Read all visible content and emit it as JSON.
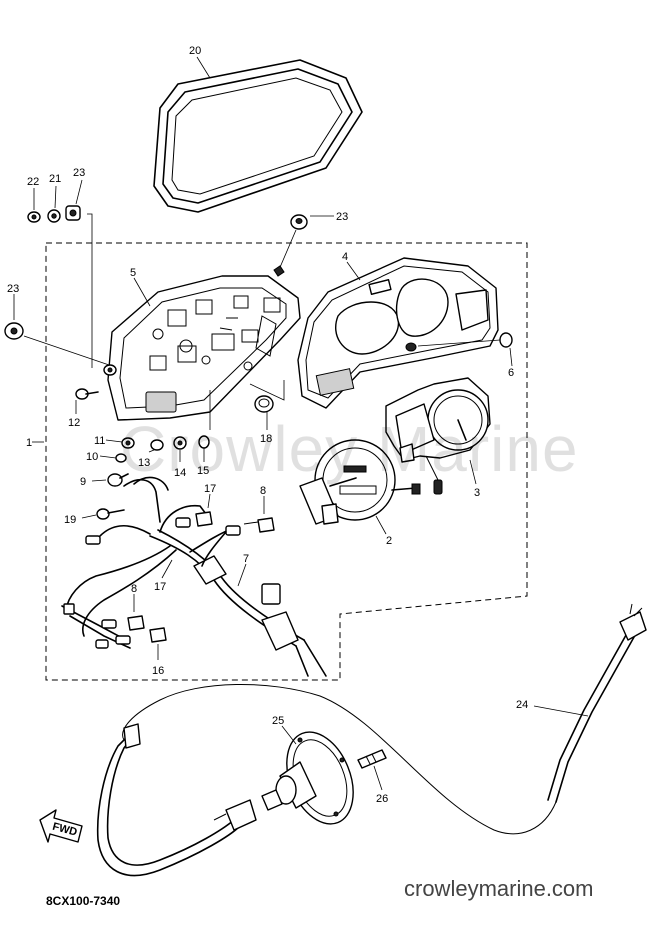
{
  "watermark": "Crowley Marine",
  "footer": {
    "code": "8CX100-7340",
    "site": "crowleymarine.com"
  },
  "fwd_label": "FWD",
  "callouts": [
    {
      "id": "c20",
      "label": "20"
    },
    {
      "id": "c22",
      "label": "22"
    },
    {
      "id": "c21",
      "label": "21"
    },
    {
      "id": "c23a",
      "label": "23"
    },
    {
      "id": "c23b",
      "label": "23"
    },
    {
      "id": "c5",
      "label": "5"
    },
    {
      "id": "c4",
      "label": "4"
    },
    {
      "id": "c23c",
      "label": "23"
    },
    {
      "id": "c6",
      "label": "6"
    },
    {
      "id": "c12",
      "label": "12"
    },
    {
      "id": "c18",
      "label": "18"
    },
    {
      "id": "c1",
      "label": "1"
    },
    {
      "id": "c11",
      "label": "11"
    },
    {
      "id": "c10",
      "label": "10"
    },
    {
      "id": "c13",
      "label": "13"
    },
    {
      "id": "c14",
      "label": "14"
    },
    {
      "id": "c15",
      "label": "15"
    },
    {
      "id": "c3",
      "label": "3"
    },
    {
      "id": "c9",
      "label": "9"
    },
    {
      "id": "c17a",
      "label": "17"
    },
    {
      "id": "c8a",
      "label": "8"
    },
    {
      "id": "c19",
      "label": "19"
    },
    {
      "id": "c2",
      "label": "2"
    },
    {
      "id": "c7",
      "label": "7"
    },
    {
      "id": "c17b",
      "label": "17"
    },
    {
      "id": "c8b",
      "label": "8"
    },
    {
      "id": "c16",
      "label": "16"
    },
    {
      "id": "c24",
      "label": "24"
    },
    {
      "id": "c25",
      "label": "25"
    },
    {
      "id": "c26",
      "label": "26"
    }
  ]
}
